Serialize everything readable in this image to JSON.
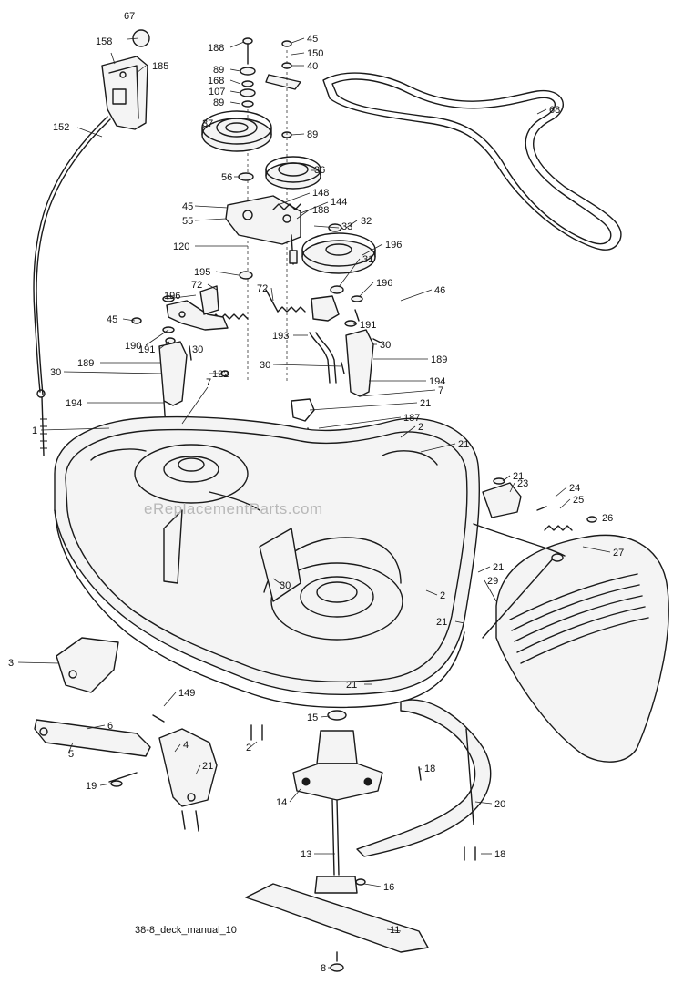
{
  "caption": "38-8_deck_manual_10",
  "watermark": "eReplacementParts.com",
  "callouts": [
    {
      "id": "c67",
      "label": "67"
    },
    {
      "id": "c158",
      "label": "158"
    },
    {
      "id": "c185",
      "label": "185"
    },
    {
      "id": "c152",
      "label": "152"
    },
    {
      "id": "c188a",
      "label": "188"
    },
    {
      "id": "c45a",
      "label": "45"
    },
    {
      "id": "c150",
      "label": "150"
    },
    {
      "id": "c89a",
      "label": "89"
    },
    {
      "id": "c40",
      "label": "40"
    },
    {
      "id": "c168",
      "label": "168"
    },
    {
      "id": "c107",
      "label": "107"
    },
    {
      "id": "c89b",
      "label": "89"
    },
    {
      "id": "c37",
      "label": "37"
    },
    {
      "id": "c89c",
      "label": "89"
    },
    {
      "id": "c68",
      "label": "68"
    },
    {
      "id": "c56",
      "label": "56"
    },
    {
      "id": "c36",
      "label": "36"
    },
    {
      "id": "c45b",
      "label": "45"
    },
    {
      "id": "c148",
      "label": "148"
    },
    {
      "id": "c144",
      "label": "144"
    },
    {
      "id": "c55",
      "label": "55"
    },
    {
      "id": "c188b",
      "label": "188"
    },
    {
      "id": "c33",
      "label": "33"
    },
    {
      "id": "c32",
      "label": "32"
    },
    {
      "id": "c120",
      "label": "120"
    },
    {
      "id": "c196a",
      "label": "196"
    },
    {
      "id": "c31",
      "label": "31"
    },
    {
      "id": "c195",
      "label": "195"
    },
    {
      "id": "c72a",
      "label": "72"
    },
    {
      "id": "c72b",
      "label": "72"
    },
    {
      "id": "c196b",
      "label": "196"
    },
    {
      "id": "c196c",
      "label": "196"
    },
    {
      "id": "c46",
      "label": "46"
    },
    {
      "id": "c45c",
      "label": "45"
    },
    {
      "id": "c191a",
      "label": "191"
    },
    {
      "id": "c190",
      "label": "190"
    },
    {
      "id": "c191b",
      "label": "191"
    },
    {
      "id": "c30a",
      "label": "30"
    },
    {
      "id": "c193",
      "label": "193"
    },
    {
      "id": "c30b",
      "label": "30"
    },
    {
      "id": "c189a",
      "label": "189"
    },
    {
      "id": "c189b",
      "label": "189"
    },
    {
      "id": "c30c",
      "label": "30"
    },
    {
      "id": "c122",
      "label": "122"
    },
    {
      "id": "c30d",
      "label": "30"
    },
    {
      "id": "c194a",
      "label": "194"
    },
    {
      "id": "c194b",
      "label": "194"
    },
    {
      "id": "c7a",
      "label": "7"
    },
    {
      "id": "c7b",
      "label": "7"
    },
    {
      "id": "c21a",
      "label": "21"
    },
    {
      "id": "c1",
      "label": "1"
    },
    {
      "id": "c187",
      "label": "187"
    },
    {
      "id": "c2a",
      "label": "2"
    },
    {
      "id": "c21b",
      "label": "21"
    },
    {
      "id": "c21c",
      "label": "21"
    },
    {
      "id": "c23",
      "label": "23"
    },
    {
      "id": "c24",
      "label": "24"
    },
    {
      "id": "c25",
      "label": "25"
    },
    {
      "id": "c26",
      "label": "26"
    },
    {
      "id": "c27",
      "label": "27"
    },
    {
      "id": "c21d",
      "label": "21"
    },
    {
      "id": "c29",
      "label": "29"
    },
    {
      "id": "c30e",
      "label": "30"
    },
    {
      "id": "c2b",
      "label": "2"
    },
    {
      "id": "c21e",
      "label": "21"
    },
    {
      "id": "c3",
      "label": "3"
    },
    {
      "id": "c21f",
      "label": "21"
    },
    {
      "id": "c6",
      "label": "6"
    },
    {
      "id": "c149",
      "label": "149"
    },
    {
      "id": "c4",
      "label": "4"
    },
    {
      "id": "c15",
      "label": "15"
    },
    {
      "id": "c5",
      "label": "5"
    },
    {
      "id": "c21g",
      "label": "21"
    },
    {
      "id": "c2c",
      "label": "2"
    },
    {
      "id": "c19",
      "label": "19"
    },
    {
      "id": "c18a",
      "label": "18"
    },
    {
      "id": "c14",
      "label": "14"
    },
    {
      "id": "c20",
      "label": "20"
    },
    {
      "id": "c13",
      "label": "13"
    },
    {
      "id": "c18b",
      "label": "18"
    },
    {
      "id": "c16",
      "label": "16"
    },
    {
      "id": "c11",
      "label": "11"
    },
    {
      "id": "c8",
      "label": "8"
    }
  ]
}
